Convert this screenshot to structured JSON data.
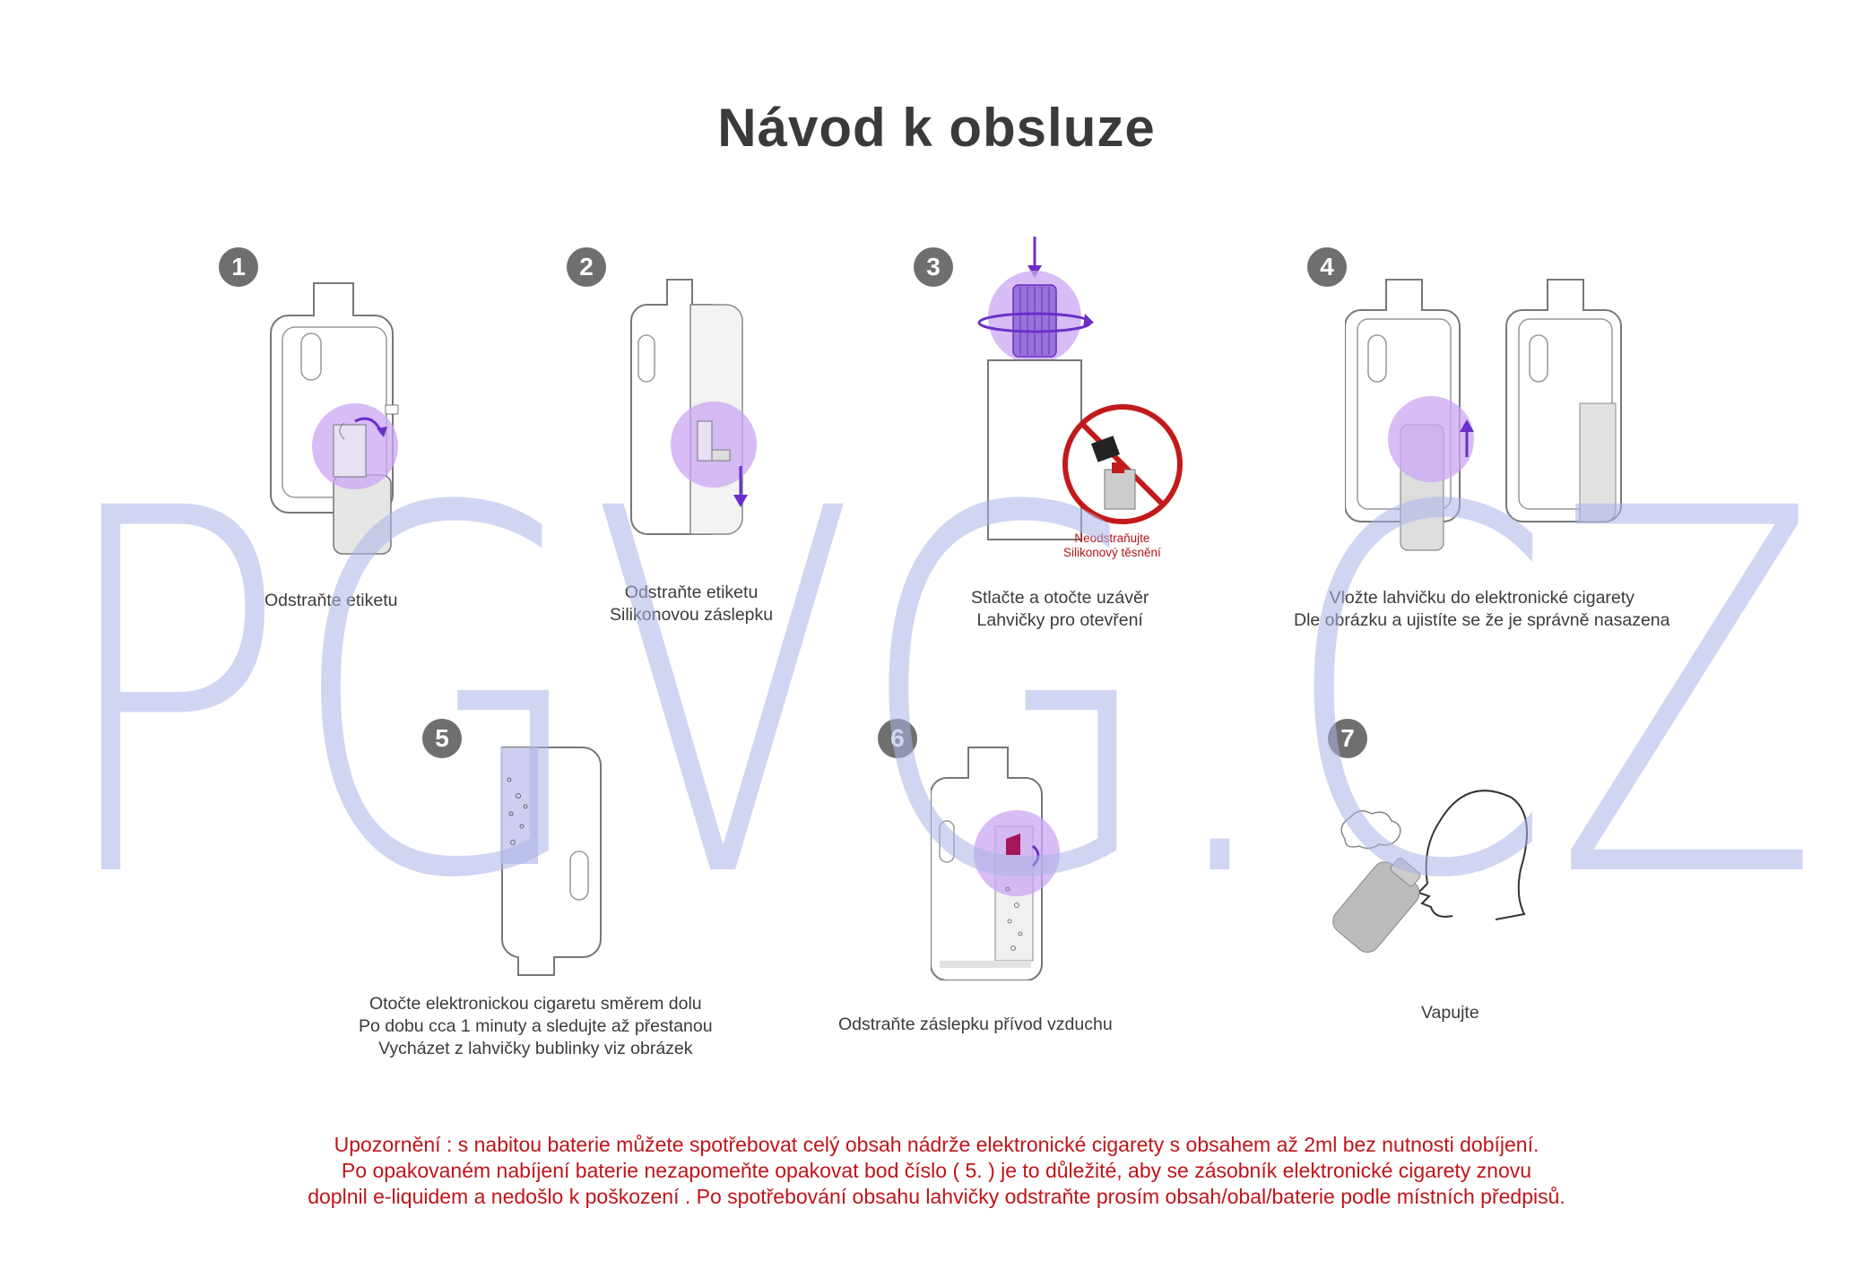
{
  "title": "Návod k obsluze",
  "watermark": "PGVG.CZ",
  "steps": [
    {
      "number": "1",
      "lines": [
        "Odstraňte etiketu"
      ]
    },
    {
      "number": "2",
      "lines": [
        "Odstraňte etiketu",
        "Silikonovou záslepku"
      ]
    },
    {
      "number": "3",
      "lines": [
        "Stlačte a otočte uzávěr",
        "Lahvičky pro otevření"
      ],
      "note": [
        "Neodstraňujte",
        "Silikonový těsnění"
      ]
    },
    {
      "number": "4",
      "lines": [
        "Vložte lahvičku do elektronické cigarety",
        "Dle obrázku a ujistíte se že je správně nasazena"
      ]
    },
    {
      "number": "5",
      "lines": [
        "Otočte elektronickou cigaretu směrem dolu",
        "Po dobu cca 1 minuty a sledujte až přestanou",
        "Vycházet z lahvičky bublinky viz obrázek"
      ]
    },
    {
      "number": "6",
      "lines": [
        "Odstraňte záslepku přívod vzduchu"
      ]
    },
    {
      "number": "7",
      "lines": [
        "Vapujte"
      ]
    }
  ],
  "warning": [
    "Upozornění : s nabitou baterie můžete spotřebovat celý obsah nádrže elektronické cigarety s obsahem až 2ml bez nutnosti dobíjení.",
    "Po opakovaném nabíjení baterie nezapomeňte opakovat bod číslo ( 5. ) je to důležité, aby se zásobník elektronické cigarety znovu",
    "doplnil e-liquidem a nedošlo k poškození . Po spotřebování obsahu lahvičky odstraňte prosím obsah/obal/baterie podle místních předpisů."
  ],
  "colors": {
    "accent_purple": "#7c3fd6",
    "highlight": "#c9a6f3",
    "watermark": "#aab4e6",
    "warning_red": "#c0141a",
    "badge_grey": "#6f6f6f"
  }
}
